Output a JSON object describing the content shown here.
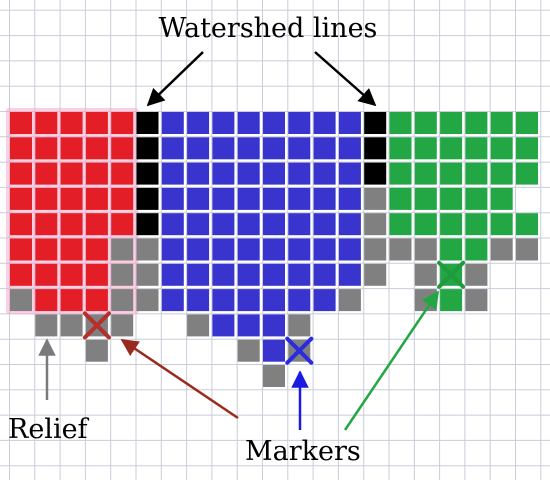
{
  "labels": {
    "title": "Watershed lines",
    "relief": "Relief",
    "markers": "Markers"
  },
  "colors": {
    "background_grid": "#c8cdd8",
    "cell_border": "#ffffff",
    "red_region": "#e41e26",
    "blue_region": "#3a34cf",
    "green_region": "#22a744",
    "watershed": "#000000",
    "relief": "#808080",
    "red_halo": "#f5a8c8",
    "marker_red": "#b5302a",
    "marker_blue": "#2a2ae0",
    "marker_green": "#1f9a3c",
    "arrow_relief": "#7a7a7a",
    "arrow_markers_red": "#9a2a1e",
    "arrow_markers_blue": "#1a1ae0",
    "arrow_markers_green": "#22a744",
    "arrow_title": "#000000"
  },
  "grid": {
    "rows": [
      "RRRRRWBBBBBBBBWGGGGGG",
      "RRRRRWBBBBBBBBWGGGGGG",
      "RRRRRWBBBBBBBBWGGGGGG",
      "RRRRRWBBBBBBBBGGGGGG.",
      "RRRRRWBBBBBBBBGGGGGGG",
      "RRRRGGBBBBBBBBGGGGGGG",
      "RRRRGGBBBBBBBBG.GGG..",
      "GRRRGGBBBBBBBG..GGG..",
      ".GGXG..GBBBG.........",
      "...G.....GBG.........",
      "..........G.........."
    ]
  },
  "markers": [
    {
      "region": "red",
      "row": 8,
      "col": 3
    },
    {
      "region": "blue",
      "row": 9,
      "col": 11
    },
    {
      "region": "green",
      "row": 6,
      "col": 17
    }
  ]
}
